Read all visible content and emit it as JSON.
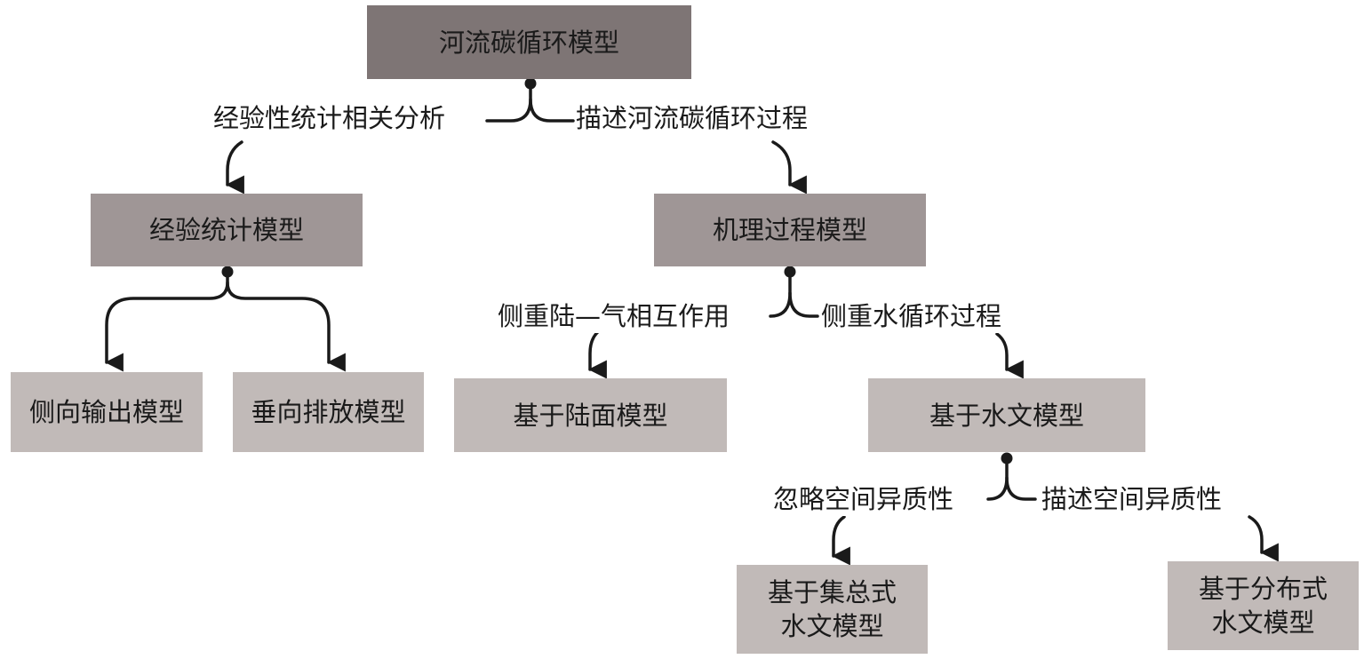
{
  "diagram": {
    "nodes": {
      "root": "河流碳循环模型",
      "empirical": "经验统计模型",
      "mechanistic": "机理过程模型",
      "lateral": "侧向输出模型",
      "vertical": "垂向排放模型",
      "land": "基于陆面模型",
      "hydro": "基于水文模型",
      "lumped": "基于集总式\n水文模型",
      "distributed": "基于分布式\n水文模型"
    },
    "edges": {
      "root_left": "经验性统计相关分析",
      "root_right": "描述河流碳循环过程",
      "mech_left": "侧重陆—气相互作用",
      "mech_right": "侧重水循环过程",
      "hydro_left": "忽略空间异质性",
      "hydro_right": "描述空间异质性"
    },
    "colors": {
      "level0": "#7e7575",
      "level1": "#9f9696",
      "level2": "#c1bab8",
      "line": "#1a1a1a"
    }
  }
}
